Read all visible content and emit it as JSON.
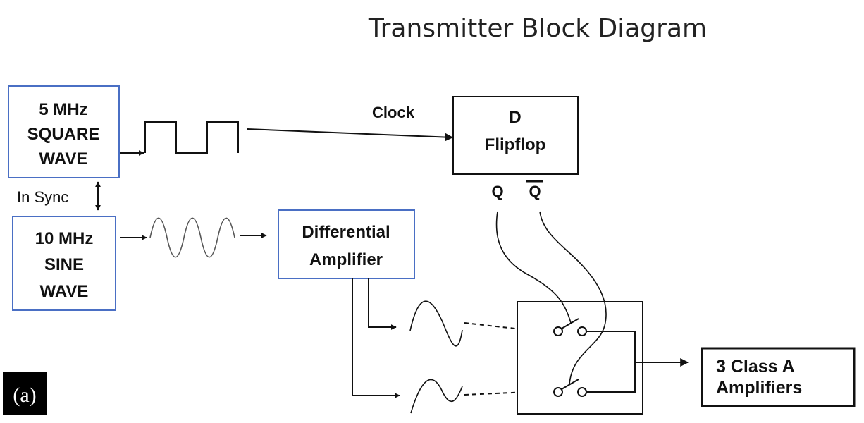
{
  "title": "Transmitter Block Diagram",
  "square_wave_box": {
    "line1": "5 MHz",
    "line2": "SQUARE",
    "line3": "WAVE"
  },
  "sine_wave_box": {
    "line1": "10 MHz",
    "line2": "SINE",
    "line3": "WAVE"
  },
  "sync_label": "In Sync",
  "clock_label": "Clock",
  "flipflop_box": {
    "line1": "D",
    "line2": "Flipflop"
  },
  "q_label": "Q",
  "q_bar_label": "Q",
  "diff_amp_box": {
    "line1": "Differential",
    "line2": "Amplifier"
  },
  "output_box": {
    "line1": "3 Class A",
    "line2": "Amplifiers"
  },
  "panel_label": "(a)",
  "colors": {
    "block_border": "#4a6fc4",
    "line": "#111111",
    "panel_label_bg": "#000000"
  }
}
